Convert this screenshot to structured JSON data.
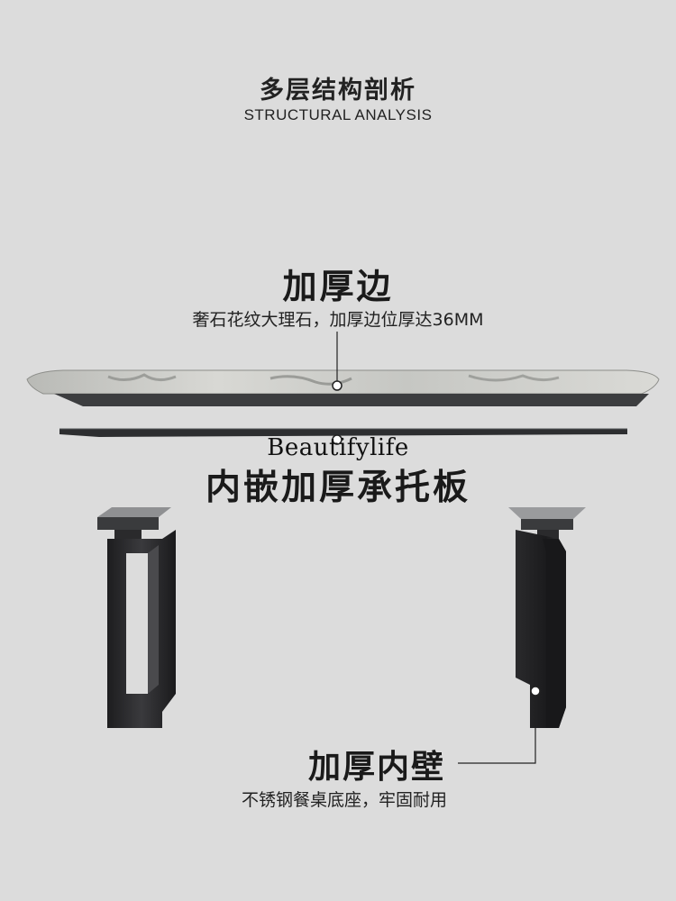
{
  "header": {
    "title_cn": "多层结构剖析",
    "title_en": "STRUCTURAL ANALYSIS"
  },
  "features": [
    {
      "title": "加厚边",
      "description": "奢石花纹大理石，加厚边位厚达36MM"
    },
    {
      "title": "内嵌加厚承托板",
      "description": ""
    },
    {
      "title": "加厚内壁",
      "description": "不锈钢餐桌底座，牢固耐用"
    }
  ],
  "watermark": "Beautifylife",
  "colors": {
    "background": "#dcdcdc",
    "text": "#1a1a1a",
    "metal": "#2b2b2d",
    "marble": "#cfcfcd"
  }
}
